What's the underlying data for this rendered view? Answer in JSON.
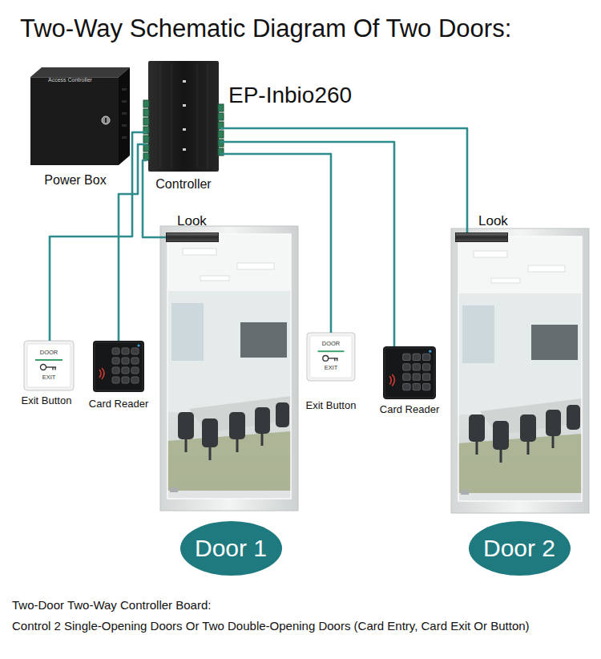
{
  "diagram": {
    "title": "Two-Way Schematic Diagram Of Two Doors:",
    "caption": "Two-Door Two-Way Controller Board:",
    "nodes": [
      {
        "text": [
          "Access Controller",
          "Power Box"
        ]
      },
      {
        "text": [
          "Controller"
        ]
      },
      {
        "text": [
          "Look"
        ]
      },
      {
        "text": [
          "DOOR",
          "EXIT",
          "Exit Button"
        ]
      },
      {
        "text": [
          "Card Reader"
        ]
      },
      {
        "text": [
          "Look"
        ]
      },
      {
        "text": [
          "DOOR",
          "EXIT",
          "Exit Button"
        ]
      },
      {
        "text": [
          "Card Reader"
        ]
      },
      {
        "text": [
          "Door 1"
        ]
      },
      {
        "text": [
          "Door 2"
        ]
      }
    ],
    "edges": [
      {
        "from": 1,
        "to": 3,
        "arrow": "none"
      },
      {
        "from": 1,
        "to": 4,
        "arrow": "none"
      },
      {
        "from": 1,
        "to": 2,
        "arrow": "none"
      },
      {
        "from": 1,
        "to": 5,
        "arrow": "none"
      },
      {
        "from": 1,
        "to": 7,
        "arrow": "none"
      },
      {
        "from": 1,
        "to": 6,
        "arrow": "none"
      }
    ],
    "labels": [
      "EP-Inbio260",
      "Control 2 Single-Opening Doors Or Two Double-Opening Doors (Card Entry, Card Exit Or Button)"
    ]
  }
}
